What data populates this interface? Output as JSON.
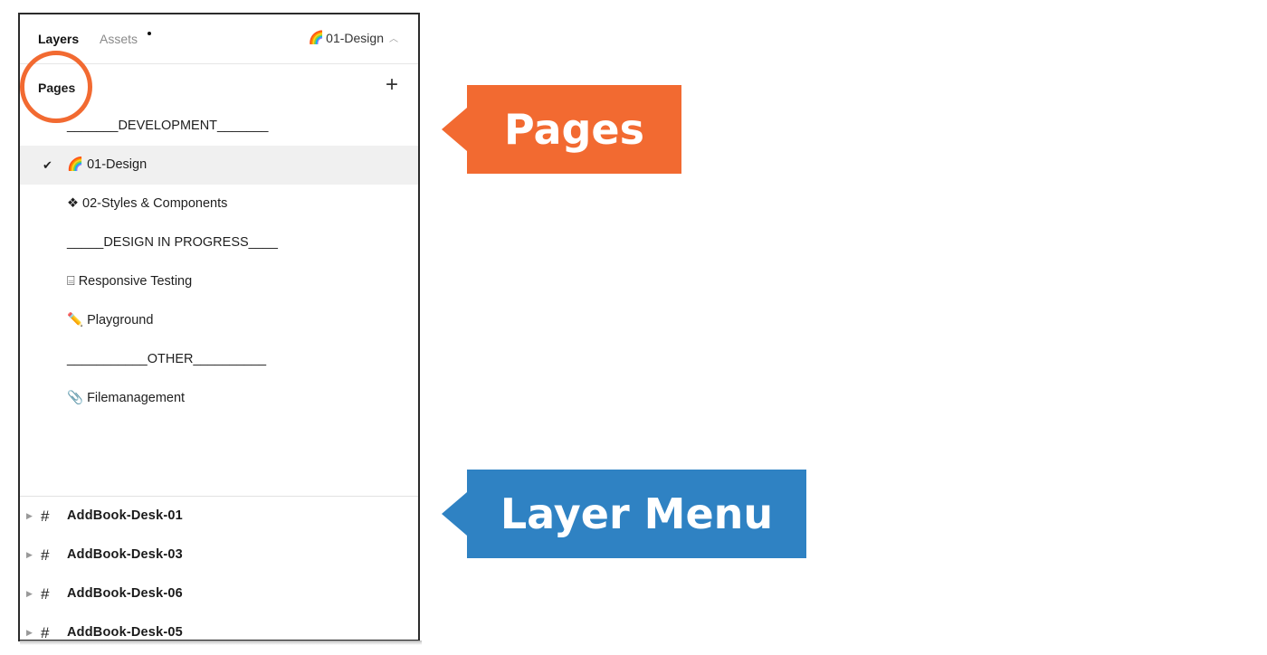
{
  "tabs": {
    "layers": "Layers",
    "assets": "Assets"
  },
  "current_page": {
    "icon": "🌈",
    "name": "01-Design"
  },
  "pages_section": {
    "title": "Pages",
    "add_icon": "+"
  },
  "pages": [
    {
      "icon": "",
      "label": "_______DEVELOPMENT_______",
      "selected": false
    },
    {
      "icon": "🌈",
      "label": "01-Design",
      "selected": true
    },
    {
      "icon": "❖",
      "label": "02-Styles & Components",
      "selected": false
    },
    {
      "icon": "",
      "label": "_____DESIGN IN PROGRESS____",
      "selected": false
    },
    {
      "icon": "⌸",
      "label": "Responsive Testing",
      "selected": false
    },
    {
      "icon": "✏️",
      "label": "Playground",
      "selected": false
    },
    {
      "icon": "",
      "label": "___________OTHER__________",
      "selected": false
    },
    {
      "icon": "📎",
      "label": "Filemanagement",
      "selected": false
    }
  ],
  "layers": [
    {
      "label": "AddBook-Desk-01"
    },
    {
      "label": "AddBook-Desk-03"
    },
    {
      "label": "AddBook-Desk-06"
    },
    {
      "label": "AddBook-Desk-05"
    }
  ],
  "callouts": {
    "pages": "Pages",
    "layer_menu": "Layer Menu"
  },
  "colors": {
    "pages_accent": "#f26a31",
    "layers_accent": "#2f82c3"
  }
}
